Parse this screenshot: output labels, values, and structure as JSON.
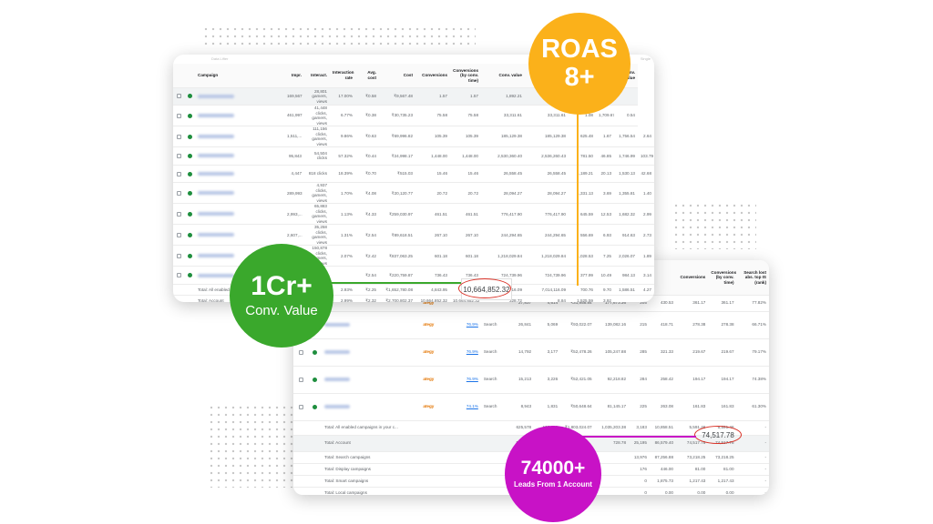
{
  "colors": {
    "green_badge": "#3aa82c",
    "orange_badge": "#fbb11a",
    "magenta_badge": "#c812c6",
    "link": "#1a73e8",
    "strategy": "#e37400",
    "status_green": "#1e8e3e",
    "highlight": "#d93025"
  },
  "badges": {
    "conv_value": {
      "big": "1Cr+",
      "small": "Conv. Value"
    },
    "roas": {
      "big": "ROAS",
      "small": "8+"
    },
    "leads": {
      "big": "74000+",
      "small": "Leads From 1 Account"
    }
  },
  "top_table": {
    "top_left_label": "Data Lifter",
    "top_right_label": "Single",
    "headers": [
      "Campaign",
      "Impr.",
      "Interact.",
      "Interaction rate",
      "Avg. cost",
      "Cost",
      "Conversions",
      "Conversions (by conv. time)",
      "Conv. value",
      "Conv. value",
      "",
      "",
      "Conv. value"
    ],
    "rows": [
      [
        "169,567",
        "28,801 gamers, views",
        "17.00%",
        "₹0.58",
        "₹9,567.48",
        "1.57",
        "1.57",
        "1,892.21",
        "1,892.21",
        "",
        "",
        ""
      ],
      [
        "461,997",
        "41,448 clicks, gamers, views",
        "6.77%",
        "₹0.38",
        "₹30,735.23",
        "75.58",
        "75.58",
        "33,311.61",
        "33,311.61",
        "1.08",
        "1,709.67",
        "0.54"
      ],
      [
        "1,511,...",
        "111,156 clicks, gamers, views",
        "9.86%",
        "₹0.63",
        "₹69,996.82",
        "105.39",
        "105.39",
        "185,129.38",
        "185,129.38",
        "625.48",
        "1.67",
        "1,756.54",
        "2.64"
      ],
      [
        "95,843",
        "54,504 clicks",
        "57.32%",
        "₹0.44",
        "₹24,998.17",
        "1,448.00",
        "1,448.00",
        "2,530,360.40",
        "2,536,260.43",
        "781.50",
        "46.85",
        "1,746.99",
        "103.79"
      ],
      [
        "4,447",
        "818 clicks",
        "18.39%",
        "₹0.70",
        "₹515.03",
        "15.46",
        "15.46",
        "26,558.45",
        "26,558.45",
        "1,189.21",
        "20.13",
        "1,530.13",
        "42.68"
      ],
      [
        "289,993",
        "4,937 clicks, gamers, views",
        "1.70%",
        "₹4.08",
        "₹20,120.77",
        "20.72",
        "20.72",
        "28,094.27",
        "28,094.27",
        "1,331.13",
        "3.69",
        "1,355.81",
        "1.40"
      ],
      [
        "2,993,...",
        "65,883 clicks, gamers, views",
        "1.13%",
        "₹4.33",
        "₹259,030.97",
        "461.51",
        "461.51",
        "776,417.90",
        "776,417.90",
        "645.59",
        "12.53",
        "1,682.32",
        "2.99"
      ],
      [
        "2,607,...",
        "35,258 clicks, gamers, views",
        "1.31%",
        "₹2.54",
        "₹89,618.51",
        "267.10",
        "267.10",
        "244,294.65",
        "244,294.65",
        "556.69",
        "6.93",
        "914.63",
        "2.73"
      ],
      [
        "...",
        "150,878 clicks, gamers, views",
        "2.07%",
        "₹2.42",
        "₹837,063.25",
        "601.18",
        "601.18",
        "1,218,029.84",
        "1,218,029.84",
        "1,028.53",
        "7.25",
        "2,026.07",
        "1.89"
      ],
      [
        "...",
        "",
        "",
        "₹2.54",
        "₹220,759.87",
        "736.43",
        "736.43",
        "724,739.96",
        "724,739.96",
        "377.99",
        "10.49",
        "984.13",
        "3.14"
      ]
    ],
    "total_enabled": {
      "label": "Total: All enabled",
      "values": [
        "2.93%",
        "₹2.25",
        "₹1,652,780.08",
        "4,843.95",
        "4,8...",
        "7,014,116.09",
        "7,014,116.09",
        "700.76",
        "9.70",
        "1,586.51",
        "4.27"
      ]
    },
    "total_account": {
      "label": "Total: Account",
      "values": [
        "2.99%",
        "₹2.32",
        "₹2,700,802.37",
        "10,664,852.32",
        "10,664,852.32",
        "328.72",
        "8.84",
        "1,525.59",
        "3.92"
      ]
    },
    "highlight_value": "10,664,852.32"
  },
  "bottom_table": {
    "right_headers": [
      "Conversions",
      "Conversions (by conv. time)",
      "Search lost abs. top IS (rank)"
    ],
    "rows": [
      {
        "strategy": "ategy",
        "pct": "",
        "type": "",
        "vals": [
          "27,837",
          "4,614",
          "₹31,958.84",
          "177,673.36",
          "205",
          "430.53",
          "361.17",
          "361.17",
          "77.82%"
        ]
      },
      {
        "strategy": "ategy",
        "pct": "76.9%",
        "type": "Search",
        "vals": [
          "26,841",
          "5,069",
          "₹93,022.07",
          "139,082.16",
          "215",
          "418.71",
          "278.38",
          "278.38",
          "66.71%"
        ]
      },
      {
        "strategy": "ategy",
        "pct": "76.9%",
        "type": "Search",
        "vals": [
          "14,792",
          "3,177",
          "₹52,478.26",
          "105,247.88",
          "285",
          "321.33",
          "219.67",
          "219.67",
          "79.17%"
        ]
      },
      {
        "strategy": "ategy",
        "pct": "76.9%",
        "type": "Search",
        "vals": [
          "15,213",
          "3,226",
          "₹52,421.05",
          "92,218.82",
          "284",
          "258.42",
          "194.17",
          "194.17",
          "74.38%"
        ]
      },
      {
        "strategy": "ategy",
        "pct": "74.1%",
        "type": "Search",
        "vals": [
          "8,943",
          "1,831",
          "₹50,648.64",
          "81,145.17",
          "225",
          "263.08",
          "161.83",
          "161.83",
          "61.30%"
        ]
      }
    ],
    "total_enabled": {
      "label": "Total: All enabled campaigns in your c...",
      "vals": [
        "625,578",
        "106,689",
        "₹1,803,024.07",
        "1,035,203.38",
        "3,183",
        "10,858.51",
        "5,591.46",
        "5,591.46",
        "-"
      ]
    },
    "total_account": {
      "label": "Total: Account",
      "vals": [
        "5,941,...",
        "",
        "",
        "728.78",
        "25,195",
        "86,579.40",
        "74,517.78",
        "74,517.78",
        "-"
      ]
    },
    "sub_totals": [
      {
        "label": "Total: Search campaigns",
        "vals": [
          "2,345,...",
          "",
          "",
          "",
          "13,976",
          "87,256.88",
          "73,218.25",
          "73,218.25",
          "-"
        ]
      },
      {
        "label": "Total: Display campaigns",
        "vals": [
          "457,9...",
          "",
          "",
          "",
          "176",
          "446.00",
          "81.00",
          "81.00",
          "-"
        ]
      },
      {
        "label": "Total: Smart campaigns",
        "vals": [
          "330,8...",
          "",
          "",
          "",
          "0",
          "1,875.73",
          "1,217.43",
          "1,217.43",
          "-"
        ]
      },
      {
        "label": "Total: Local campaigns",
        "vals": [
          "0",
          "",
          "",
          "",
          "0",
          "0.00",
          "0.00",
          "0.00",
          "-"
        ]
      }
    ],
    "highlight_value": "74,517.78"
  }
}
